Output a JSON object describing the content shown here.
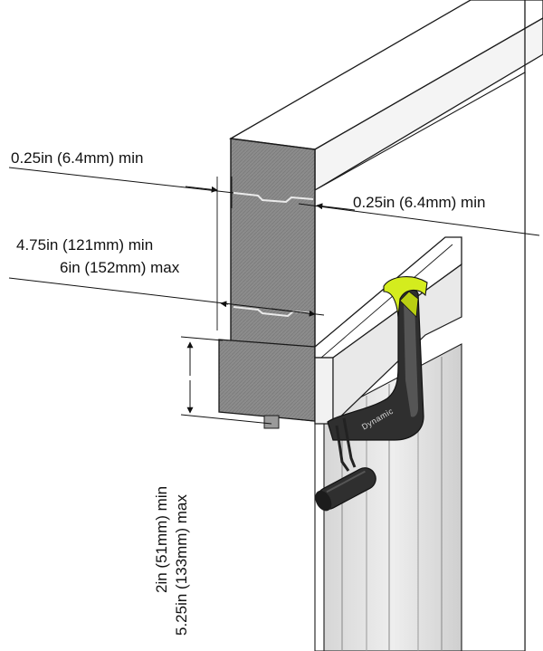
{
  "dimensions": {
    "top_left_gap": "0.25in (6.4mm) min",
    "top_right_gap": "0.25in (6.4mm) min",
    "depth_min": "4.75in (121mm) min",
    "depth_max": "6in (152mm) max",
    "height_min": "2in (51mm) min",
    "height_max": "5.25in (133mm) max"
  },
  "product": {
    "logo": "Dynamic"
  },
  "colors": {
    "handle": "#2f2f2f",
    "accent": "#d4ec1e",
    "concrete": "#8f8f8f",
    "outline": "#1a1a1a",
    "channel": "#e0e0e0"
  }
}
